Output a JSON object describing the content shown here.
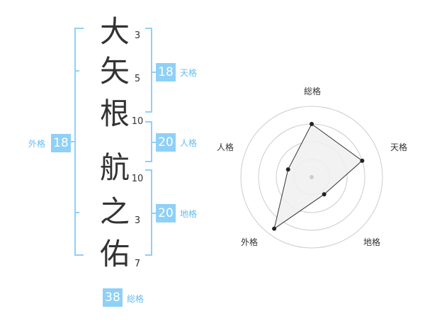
{
  "name": {
    "chars": [
      {
        "char": "大",
        "strokes": "3"
      },
      {
        "char": "矢",
        "strokes": "5"
      },
      {
        "char": "根",
        "strokes": "10"
      },
      {
        "char": "航",
        "strokes": "10"
      },
      {
        "char": "之",
        "strokes": "3"
      },
      {
        "char": "佑",
        "strokes": "7"
      }
    ]
  },
  "kaku": {
    "tenkaku": {
      "value": "18",
      "label": "天格"
    },
    "jinkaku": {
      "value": "20",
      "label": "人格"
    },
    "chikaku": {
      "value": "20",
      "label": "地格"
    },
    "gaikaku": {
      "value": "18",
      "label": "外格"
    },
    "soukaku": {
      "value": "38",
      "label": "総格"
    }
  },
  "colors": {
    "bracket": "#8fd0f7",
    "badge": "#8fd0f7",
    "label": "#67bdf0",
    "text": "#333333"
  },
  "chart_data": {
    "type": "radar",
    "axes": [
      "総格",
      "天格",
      "地格",
      "外格",
      "人格"
    ],
    "values": [
      0.75,
      0.75,
      0.3,
      0.9,
      0.35
    ],
    "range": [
      0,
      1
    ],
    "rings": 4,
    "fill_color": "#f0f0f0",
    "line_color": "#333333"
  }
}
